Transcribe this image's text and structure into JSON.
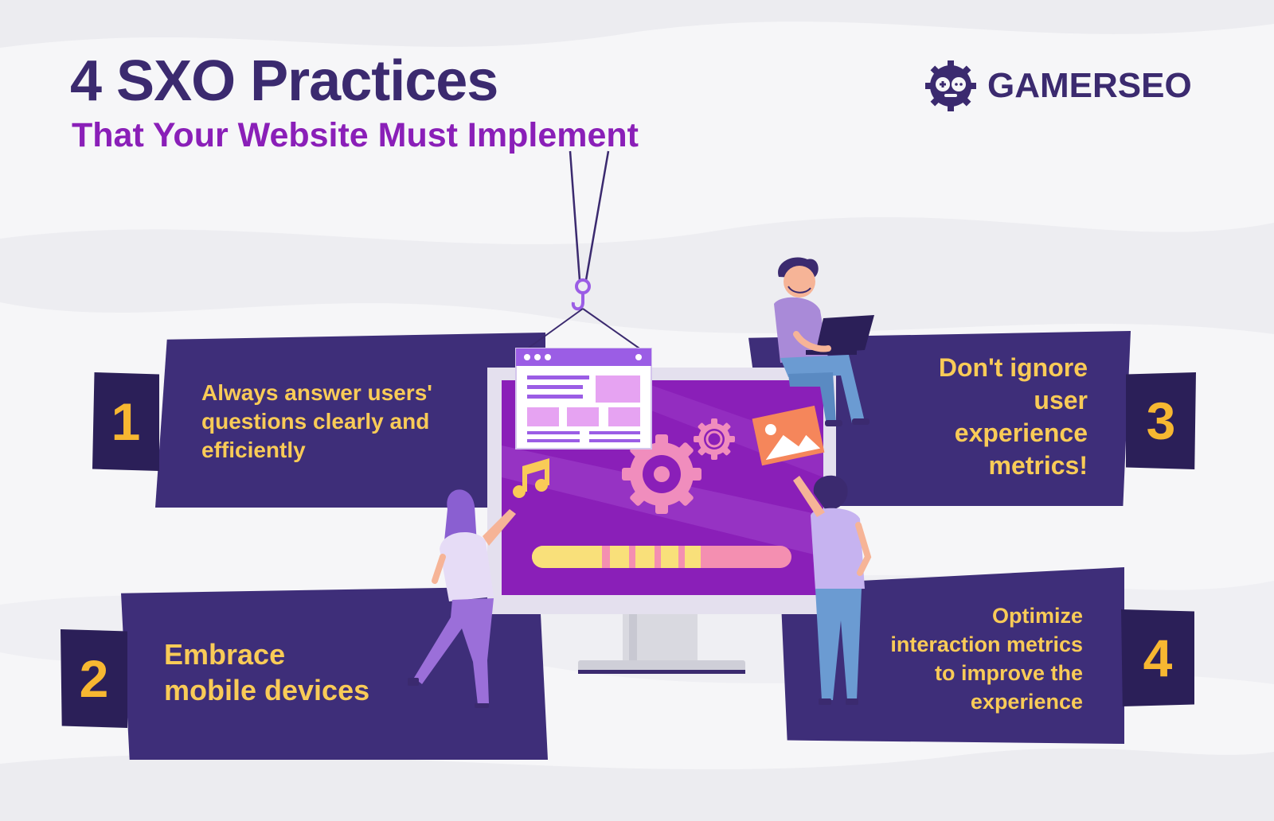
{
  "header": {
    "title": "4 SXO Practices",
    "subtitle": "That Your Website Must Implement"
  },
  "brand": {
    "name": "GAMERSEO",
    "icon": "gamepad-gear-icon"
  },
  "practices": [
    {
      "number": "1",
      "lines": [
        "Always answer users'",
        "questions clearly and",
        "efficiently"
      ]
    },
    {
      "number": "2",
      "lines": [
        "Embrace",
        "mobile devices"
      ]
    },
    {
      "number": "3",
      "lines": [
        "Don't ignore",
        "user",
        "experience",
        "metrics!"
      ]
    },
    {
      "number": "4",
      "lines": [
        "Optimize",
        "interaction metrics",
        "to improve the",
        "experience"
      ]
    }
  ],
  "colors": {
    "card": "#3e2e79",
    "tab": "#2b1f58",
    "number": "#f7b731",
    "text": "#f9cb57",
    "title": "#3b2a6f",
    "subtitle": "#8a1fb8",
    "screen": "#8a1fb8"
  }
}
